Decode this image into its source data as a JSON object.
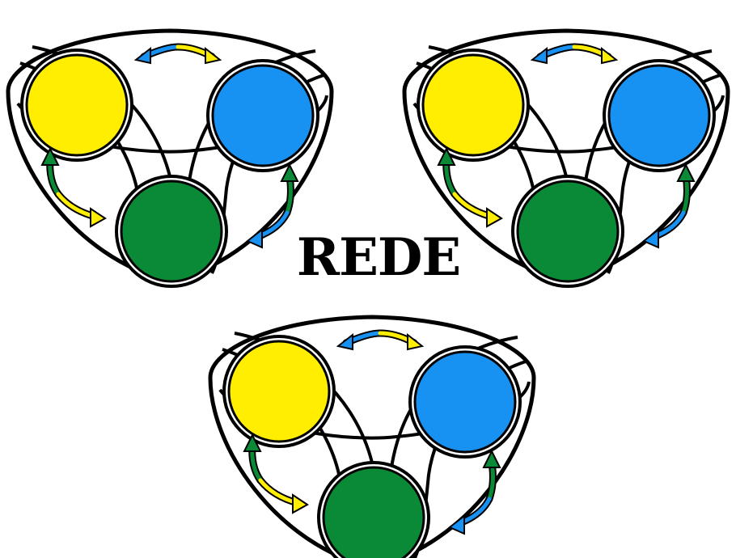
{
  "title": "REDE",
  "colors": {
    "yellow": "#ffee00",
    "blue": "#1791f2",
    "green": "#0a8a37",
    "outline": "#000000",
    "background": "#ffffff"
  },
  "groups": [
    {
      "id": "top-left",
      "circles": [
        "yellow",
        "blue",
        "green"
      ]
    },
    {
      "id": "top-right",
      "circles": [
        "yellow",
        "blue",
        "green"
      ]
    },
    {
      "id": "bottom",
      "circles": [
        "yellow",
        "blue",
        "green"
      ]
    }
  ],
  "arrows": [
    {
      "between": [
        "yellow",
        "blue"
      ],
      "colors": [
        "blue",
        "yellow"
      ]
    },
    {
      "between": [
        "yellow",
        "green"
      ],
      "colors": [
        "green",
        "yellow"
      ]
    },
    {
      "between": [
        "blue",
        "green"
      ],
      "colors": [
        "green",
        "blue"
      ]
    }
  ]
}
